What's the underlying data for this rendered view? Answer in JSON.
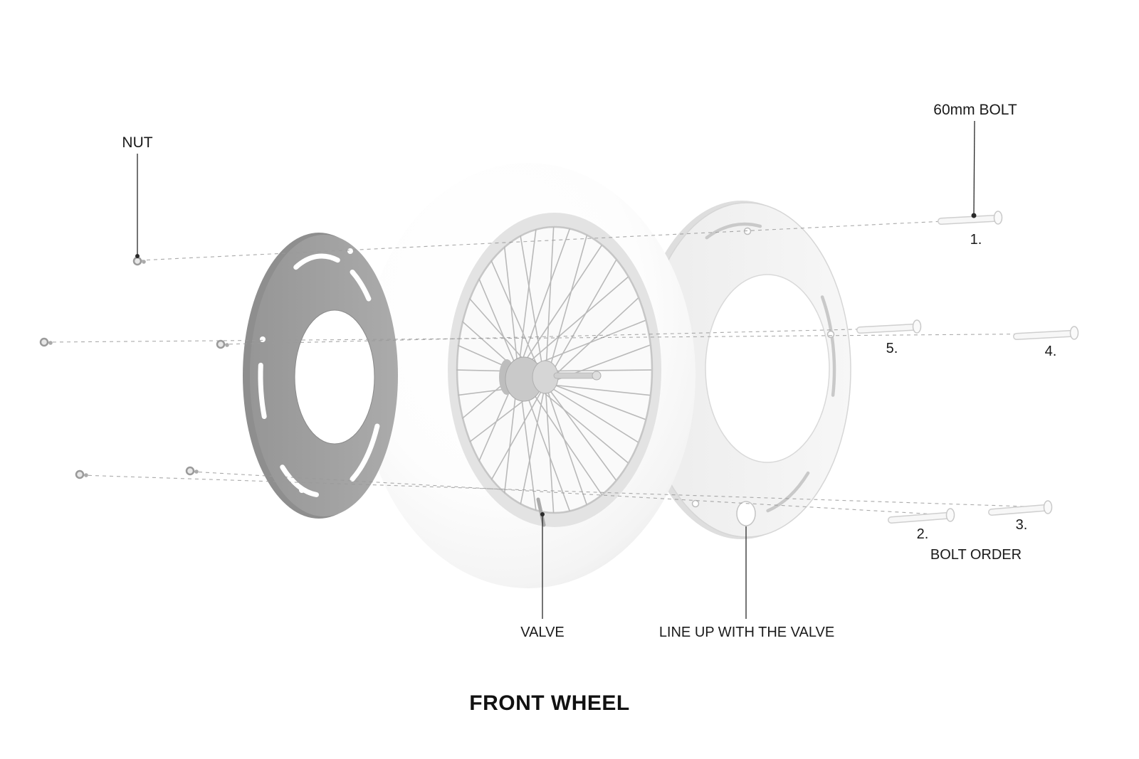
{
  "labels": {
    "nut": "NUT",
    "bolt_60mm": "60mm BOLT",
    "valve": "VALVE",
    "line_up_with_valve": "LINE UP WITH THE VALVE",
    "bolt_order": "BOLT ORDER"
  },
  "bolt_numbers": {
    "b1": "1.",
    "b2": "2.",
    "b3": "3.",
    "b4": "4.",
    "b5": "5."
  },
  "title": "FRONT WHEEL"
}
